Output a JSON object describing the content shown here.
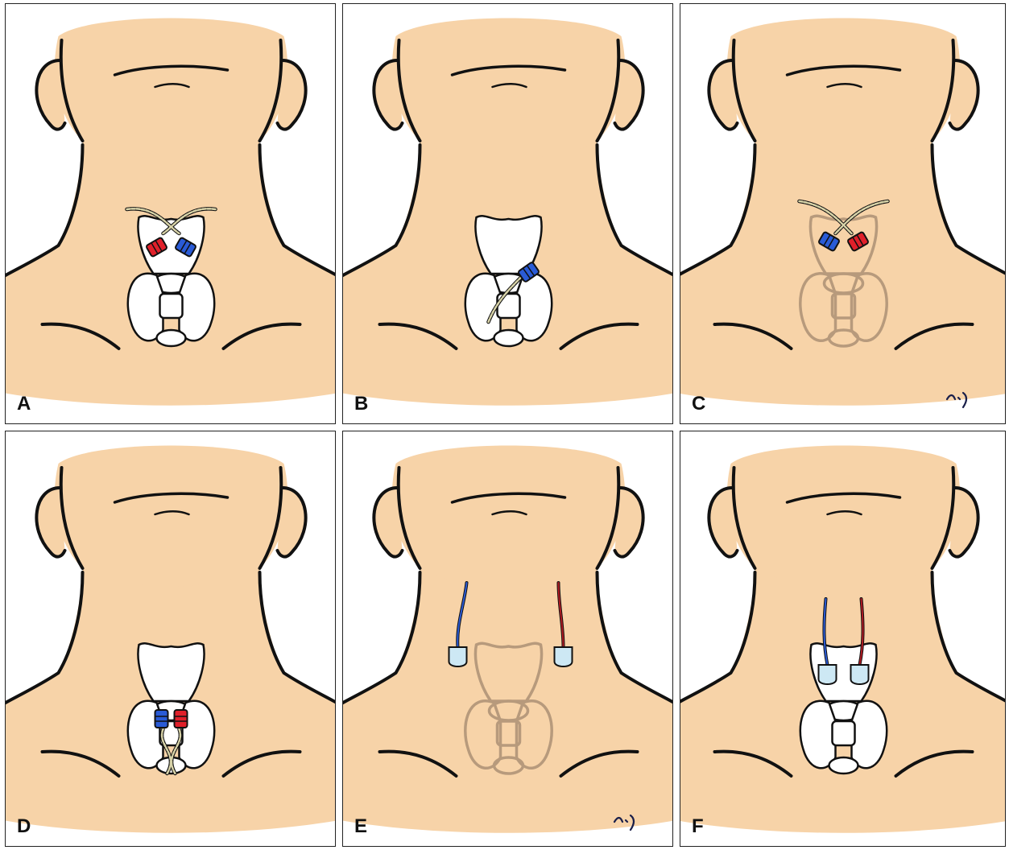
{
  "colors": {
    "skin": "#f7d3a8",
    "outline": "#111111",
    "cartilage": "#ffffff",
    "red_electrode": "#e0202a",
    "blue_electrode": "#2a5bd6",
    "faded": "#b79a7c",
    "wire": "#d8d3a8",
    "patch": "#cde8f4"
  },
  "panels": [
    {
      "label": "A",
      "variant": "a",
      "signature": false
    },
    {
      "label": "B",
      "variant": "b",
      "signature": false
    },
    {
      "label": "C",
      "variant": "c",
      "signature": true
    },
    {
      "label": "D",
      "variant": "d",
      "signature": false
    },
    {
      "label": "E",
      "variant": "e",
      "signature": true
    },
    {
      "label": "F",
      "variant": "f",
      "signature": false
    }
  ]
}
